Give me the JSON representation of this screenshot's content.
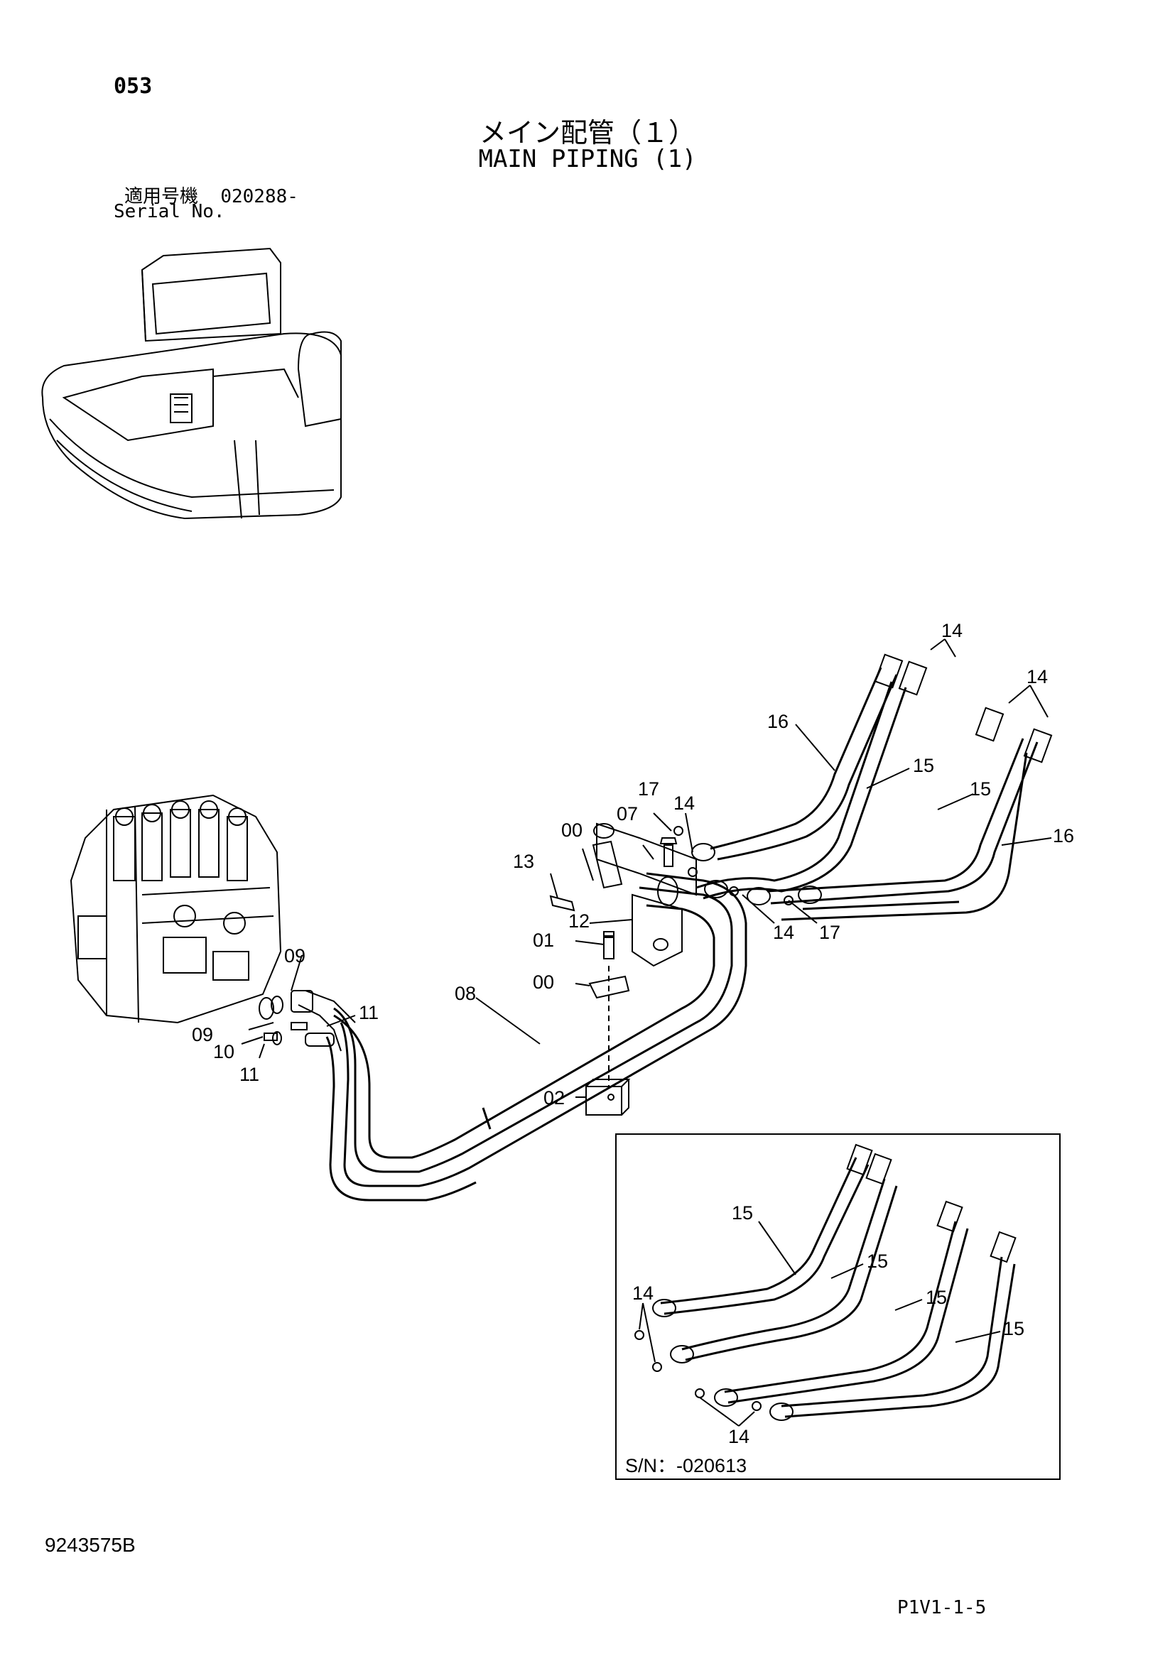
{
  "header": {
    "page_number": "053",
    "title_jp": "メイン配管（１）",
    "title_en": "MAIN PIPING (1)",
    "serial_label_jp": "適用号機",
    "serial_value": "020288-",
    "serial_label_en": "Serial No."
  },
  "callouts": {
    "p14a": "14",
    "p14b": "14",
    "p16a": "16",
    "p15a": "15",
    "p15b": "15",
    "p16b": "16",
    "p17a": "17",
    "p14c": "14",
    "p07": "07",
    "p00a": "00",
    "p13": "13",
    "p14d": "14",
    "p17b": "17",
    "p12": "12",
    "p01": "01",
    "p00b": "00",
    "p09a": "09",
    "p08": "08",
    "p11a": "11",
    "p09b": "09",
    "p10": "10",
    "p11b": "11",
    "p02": "02"
  },
  "inset": {
    "serial_note": "S/N：-020613",
    "callouts": {
      "i15a": "15",
      "i15b": "15",
      "i15c": "15",
      "i15d": "15",
      "i14a": "14",
      "i14b": "14"
    }
  },
  "footer": {
    "doc_number": "9243575B",
    "page_code": "P1V1-1-5"
  }
}
